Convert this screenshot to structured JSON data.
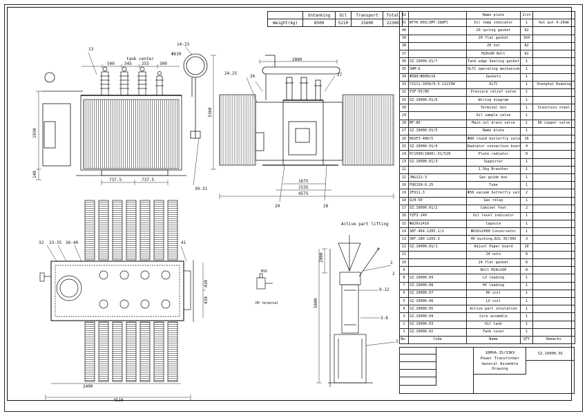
{
  "weight_table": {
    "label": "Weight(kg)",
    "headers": [
      "Untanking",
      "Oil",
      "Transport",
      "Total"
    ],
    "values": [
      "8500",
      "5210",
      "15600",
      "22300"
    ]
  },
  "parts_header": {
    "no": "No.",
    "code": "Code",
    "name": "Name",
    "qty": "QTY",
    "remarks": "Remarks"
  },
  "parts": [
    {
      "no": "42",
      "code": "",
      "name": "Name plate",
      "qty": "1lot",
      "remarks": ""
    },
    {
      "no": "41",
      "code": "WTYK-803/2MT-288FC",
      "name": "Oil temp indicator",
      "qty": "1",
      "remarks": "Out put 4-20mA"
    },
    {
      "no": "40",
      "code": "",
      "name": "20 spring gasket",
      "qty": "82",
      "remarks": ""
    },
    {
      "no": "39",
      "code": "",
      "name": "20 flat gasket",
      "qty": "164",
      "remarks": ""
    },
    {
      "no": "38",
      "code": "",
      "name": "20 nut",
      "qty": "82",
      "remarks": ""
    },
    {
      "no": "37",
      "code": "",
      "name": "M20x80 Bolt",
      "qty": "82",
      "remarks": ""
    },
    {
      "no": "36",
      "code": "SZ.10000.01/7",
      "name": "Tank edge Sealing gasket",
      "qty": "1",
      "remarks": ""
    },
    {
      "no": "35",
      "code": "SHM-D",
      "name": "OLTC operating mechanism",
      "qty": "1",
      "remarks": ""
    },
    {
      "no": "34",
      "code": "Φ580/Φ600x10",
      "name": "Gaskets",
      "qty": "1",
      "remarks": ""
    },
    {
      "no": "33",
      "code": "CV111-3X50/0.5-12233W",
      "name": "OLTC",
      "qty": "1",
      "remarks": "Shanghai Huaming"
    },
    {
      "no": "32",
      "code": "YSF-55/80",
      "name": "Pressure relief valve",
      "qty": "1",
      "remarks": ""
    },
    {
      "no": "31",
      "code": "SZ.10000.01/6",
      "name": "Wiring diagram",
      "qty": "1",
      "remarks": ""
    },
    {
      "no": "30",
      "code": "",
      "name": "Terminal box",
      "qty": "1",
      "remarks": "Stainless steel"
    },
    {
      "no": "29",
      "code": "",
      "name": "Oil sample valve",
      "qty": "1",
      "remarks": ""
    },
    {
      "no": "28",
      "code": "BF-80",
      "name": "Main oil drain valve",
      "qty": "1",
      "remarks": "80 copper valve"
    },
    {
      "no": "27",
      "code": "SZ.10000.01/5",
      "name": "Name plate",
      "qty": "1",
      "remarks": ""
    },
    {
      "no": "26",
      "code": "BXXF3-480/5",
      "name": "Φ80 round butterfly valve",
      "qty": "16",
      "remarks": ""
    },
    {
      "no": "25",
      "code": "SZ.10000.01/4",
      "name": "Radiator connection board",
      "qty": "4",
      "remarks": ""
    },
    {
      "no": "24",
      "code": "PC1500(1800)-31/520",
      "name": "Plate radiator",
      "qty": "8",
      "remarks": ""
    },
    {
      "no": "23",
      "code": "SZ.10000.01/3",
      "name": "Supporter",
      "qty": "1",
      "remarks": ""
    },
    {
      "no": "22",
      "code": "",
      "name": "1.5kg Breather",
      "qty": "1",
      "remarks": ""
    },
    {
      "no": "21",
      "code": "JNG121-3",
      "name": "Gas guide box",
      "qty": "1",
      "remarks": ""
    },
    {
      "no": "20",
      "code": "FQD150-0.25",
      "name": "Tube",
      "qty": "1",
      "remarks": ""
    },
    {
      "no": "19",
      "code": "ZFQ11.3",
      "name": "Φ50 vacuum butterfly valve",
      "qty": "2",
      "remarks": ""
    },
    {
      "no": "18",
      "code": "QJ4-50",
      "name": "Gas relay",
      "qty": "1",
      "remarks": ""
    },
    {
      "no": "17",
      "code": "SZ.10000.01/2",
      "name": "Cabinet foot",
      "qty": "2",
      "remarks": ""
    },
    {
      "no": "16",
      "code": "YZF3-140",
      "name": "Oil level indicator",
      "qty": "1",
      "remarks": ""
    },
    {
      "no": "15",
      "code": "Φ820x2410",
      "name": "Capsule",
      "qty": "1",
      "remarks": ""
    },
    {
      "no": "14",
      "code": "SBT.464.1205.1/1",
      "name": "Φ610x2000 Conservator",
      "qty": "1",
      "remarks": ""
    },
    {
      "no": "13",
      "code": "SBT.280.1203.3",
      "name": "HV bushing,BJL-35/300",
      "qty": "3",
      "remarks": ""
    },
    {
      "no": "12",
      "code": "SZ.10000.01/1",
      "name": "Adjust Paper board",
      "qty": "10",
      "remarks": ""
    },
    {
      "no": "11",
      "code": "",
      "name": "24 nuts",
      "qty": "8",
      "remarks": ""
    },
    {
      "no": "10",
      "code": "",
      "name": "24 flat gasket",
      "qty": "8",
      "remarks": ""
    },
    {
      "no": "9",
      "code": "",
      "name": "Bolt M24x100",
      "qty": "8",
      "remarks": ""
    },
    {
      "no": "8",
      "code": "SZ.10000.09",
      "name": "LV leading",
      "qty": "1",
      "remarks": ""
    },
    {
      "no": "7",
      "code": "SZ.10000.08",
      "name": "HV leading",
      "qty": "1",
      "remarks": ""
    },
    {
      "no": "6",
      "code": "SZ.10000.07",
      "name": "HV coil",
      "qty": "1",
      "remarks": ""
    },
    {
      "no": "5",
      "code": "SZ.10000.06",
      "name": "LV coil",
      "qty": "1",
      "remarks": ""
    },
    {
      "no": "4",
      "code": "SZ.10000.05",
      "name": "Active part insulation",
      "qty": "1",
      "remarks": ""
    },
    {
      "no": "3",
      "code": "SZ.10000.04",
      "name": "Core assemble",
      "qty": "1",
      "remarks": ""
    },
    {
      "no": "2",
      "code": "SZ.10000.03",
      "name": "Oil tank",
      "qty": "1",
      "remarks": ""
    },
    {
      "no": "1",
      "code": "SZ.10000.02",
      "name": "Tank cover",
      "qty": "1",
      "remarks": ""
    }
  ],
  "title_block": {
    "line1": "10MVA-35/33KV",
    "line2": "Power Transformer",
    "line3": "General Assemble Drawing",
    "drawing_no": "SZ.10000.01"
  },
  "front_view": {
    "labels": {
      "tank_center": "tank center",
      "callout_13": "13",
      "callout_14_23": "14-23",
      "dia_610": "Φ610",
      "callout_30_31": "30-31"
    },
    "dims": {
      "d500": "500",
      "d345": "345",
      "d255a": "255",
      "d300": "300",
      "height": "1930",
      "base": "140",
      "bl": "737.5",
      "br": "737.5"
    }
  },
  "side_view": {
    "labels": {
      "c24_25": "24.25",
      "c26": "26",
      "c27": "27",
      "c28": "28",
      "c29": "29"
    },
    "dims": {
      "top": "2800",
      "h": "3360",
      "w1": "1675",
      "w2": "1535",
      "w3": "4575"
    }
  },
  "plan_view": {
    "labels": {
      "c32": "32",
      "c33_35": "33-35",
      "c36_40": "36-40",
      "c41": "41"
    },
    "dims": {
      "d430a": "430",
      "d430b": "430",
      "w2400": "2400",
      "w4510": "4510"
    }
  },
  "lifting_view": {
    "labels": {
      "title": "Active part lifting",
      "c1": "1",
      "c2": "2",
      "c3": "3",
      "c9_12": "9-12",
      "c3_8": "3-8"
    },
    "dims": {
      "h2000": "2000",
      "h5800": "5800"
    }
  },
  "hv_terminal": {
    "label": "HV terminal",
    "m16": "M16"
  }
}
